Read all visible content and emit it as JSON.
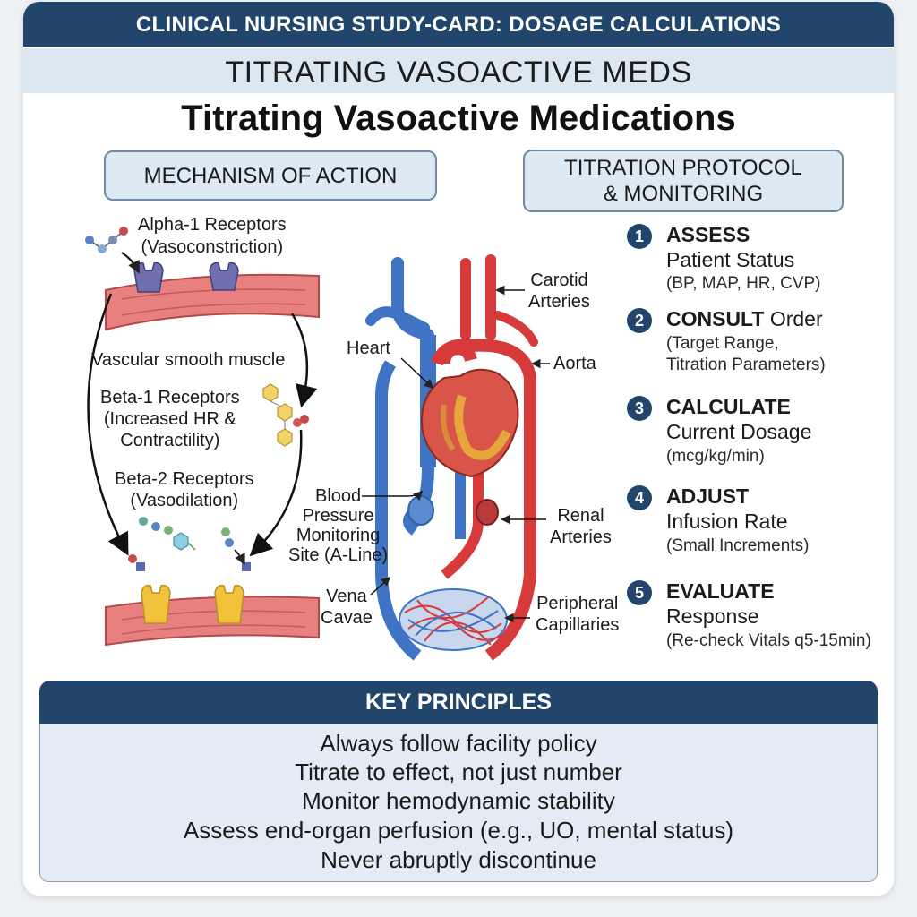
{
  "header": {
    "banner": "CLINICAL NURSING STUDY-CARD: DOSAGE CALCULATIONS",
    "subbanner": "TITRATING VASOACTIVE MEDS",
    "title": "Titrating Vasoactive Medications"
  },
  "mechanism": {
    "heading": "MECHANISM OF ACTION",
    "alpha1": [
      "Alpha-1 Receptors",
      "(Vasoconstriction)"
    ],
    "smooth_muscle": "Vascular smooth muscle",
    "beta1": [
      "Beta-1 Receptors",
      "(Increased HR &",
      "Contractility)"
    ],
    "beta2": [
      "Beta-2 Receptors",
      "(Vasodilation)"
    ]
  },
  "anatomy": {
    "carotid": [
      "Carotid",
      "Arteries"
    ],
    "heart": "Heart",
    "aorta": "Aorta",
    "bp_site": [
      "Blood",
      "Pressure",
      "Monitoring",
      "Site (A-Line)"
    ],
    "renal": [
      "Renal",
      "Arteries"
    ],
    "vena": [
      "Vena",
      "Cavae"
    ],
    "capillaries": [
      "Peripheral",
      "Capillaries"
    ]
  },
  "protocol": {
    "heading": [
      "TITRATION PROTOCOL",
      "& MONITORING"
    ],
    "steps": [
      {
        "num": "1",
        "verb": "ASSESS",
        "rest": "",
        "line2": "Patient Status",
        "detail": [
          "(BP, MAP, HR, CVP)"
        ]
      },
      {
        "num": "2",
        "verb": "CONSULT",
        "rest": " Order",
        "line2": "",
        "detail": [
          "(Target Range,",
          "Titration Parameters)"
        ]
      },
      {
        "num": "3",
        "verb": "CALCULATE",
        "rest": "",
        "line2": "Current Dosage",
        "detail": [
          "(mcg/kg/min)"
        ]
      },
      {
        "num": "4",
        "verb": "ADJUST",
        "rest": "",
        "line2": "Infusion Rate",
        "detail": [
          "(Small Increments)"
        ]
      },
      {
        "num": "5",
        "verb": "EVALUATE",
        "rest": "",
        "line2": "Response",
        "detail": [
          "(Re-check Vitals q5-15min)"
        ]
      }
    ]
  },
  "key_principles": {
    "heading": "KEY PRINCIPLES",
    "items": [
      "Always follow facility policy",
      "Titrate to effect, not just number",
      "Monitor hemodynamic stability",
      "Assess end-organ perfusion (e.g., UO, mental status)",
      "Never abruptly discontinue"
    ]
  },
  "colors": {
    "navy": "#22466b",
    "artery_red": "#d63a3a",
    "vein_blue": "#3f73c4",
    "muscle_pink": "#e88080",
    "receptor_purple": "#6f6fae",
    "receptor_yellow": "#f2c23a"
  }
}
